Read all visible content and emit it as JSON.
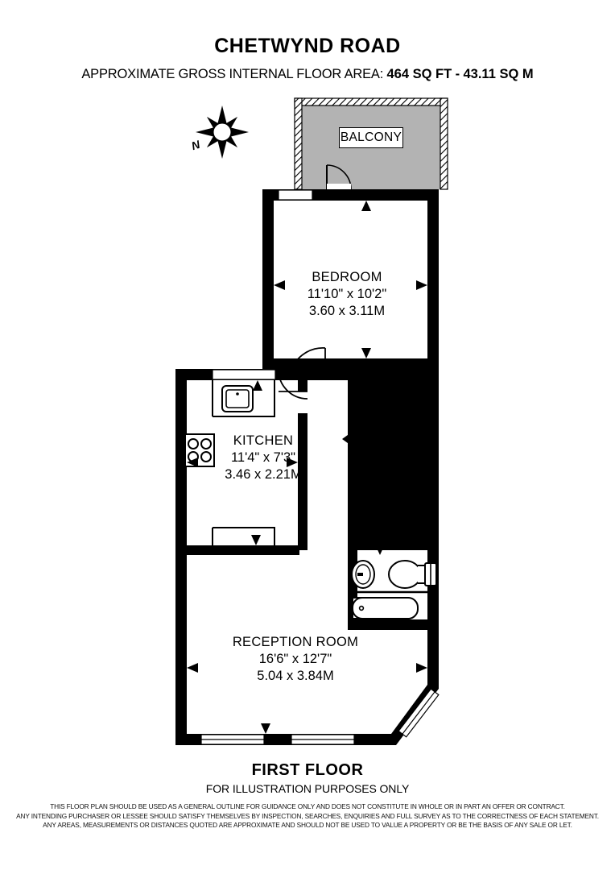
{
  "header": {
    "title": "CHETWYND ROAD",
    "area_label": "APPROXIMATE GROSS INTERNAL FLOOR AREA:",
    "area_sqft": "464 SQ FT",
    "area_sep": "-",
    "area_sqm": "43.11 SQ M"
  },
  "compass": {
    "north_label": "N",
    "icon": "compass-rose-icon"
  },
  "balcony": {
    "label": "BALCONY",
    "fill_color": "#b3b3b3"
  },
  "rooms": [
    {
      "key": "bedroom",
      "name": "BEDROOM",
      "dim_imperial": "11'10\" x 10'2\"",
      "dim_metric": "3.60 x 3.11M"
    },
    {
      "key": "kitchen",
      "name": "KITCHEN",
      "dim_imperial": "11'4\" x 7'3\"",
      "dim_metric": "3.46 x 2.21M"
    },
    {
      "key": "reception",
      "name": "RECEPTION ROOM",
      "dim_imperial": "16'6\" x 12'7\"",
      "dim_metric": "5.04 x 3.84M"
    }
  ],
  "fixtures": [
    {
      "name": "kitchen-sink",
      "room": "kitchen"
    },
    {
      "name": "kitchen-hob",
      "room": "kitchen"
    },
    {
      "name": "wash-basin",
      "room": "bathroom"
    },
    {
      "name": "toilet",
      "room": "bathroom"
    },
    {
      "name": "bathtub",
      "room": "bathroom"
    }
  ],
  "entrance": {
    "name": "entrance-arrow",
    "direction": "left"
  },
  "footer": {
    "floor_label": "FIRST FLOOR",
    "illustration_note": "FOR ILLUSTRATION PURPOSES ONLY",
    "disclaimer_line_1": "THIS FLOOR PLAN SHOULD BE USED AS A GENERAL OUTLINE FOR GUIDANCE ONLY AND DOES NOT CONSTITUTE IN WHOLE OR IN PART AN OFFER OR CONTRACT.",
    "disclaimer_line_2": "ANY INTENDING PURCHASER OR LESSEE SHOULD SATISFY THEMSELVES BY INSPECTION, SEARCHES, ENQUIRIES AND FULL SURVEY AS TO THE CORRECTNESS OF EACH STATEMENT.",
    "disclaimer_line_3": "ANY AREAS, MEASUREMENTS OR DISTANCES QUOTED ARE APPROXIMATE AND SHOULD NOT BE USED TO VALUE A PROPERTY OR BE THE BASIS OF ANY SALE OR LET."
  },
  "colors": {
    "wall": "#000000",
    "balcony_fill": "#b3b3b3",
    "background": "#ffffff"
  }
}
